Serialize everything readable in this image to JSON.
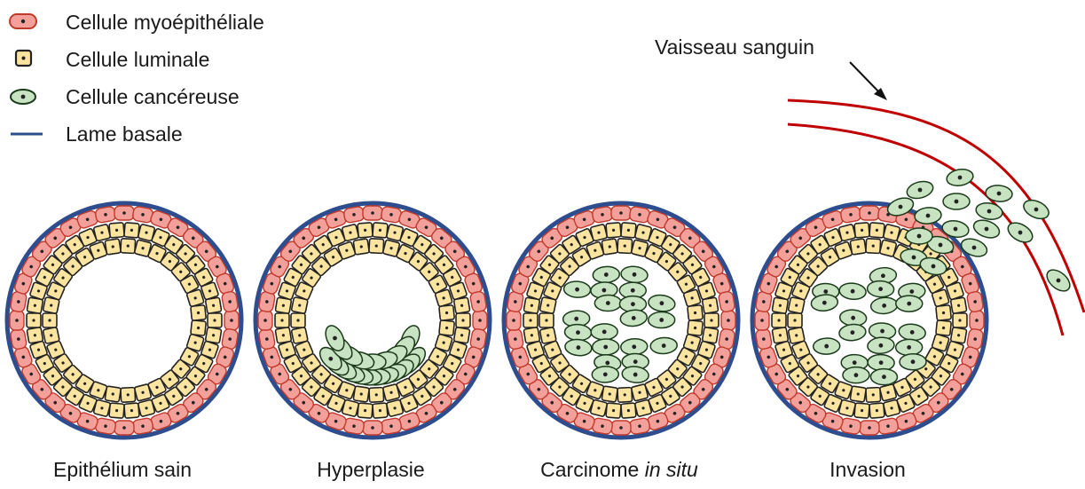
{
  "colors": {
    "myo_fill": "#f4a09a",
    "myo_stroke": "#c0392b",
    "luminal_fill": "#fbe3a0",
    "luminal_stroke": "#222222",
    "cancer_fill": "#c8e3c2",
    "cancer_stroke": "#1a3a1a",
    "basal_lamina": "#2e4d8f",
    "vessel": "#c00000",
    "arrow": "#111111"
  },
  "legend": {
    "items": [
      {
        "label": "Cellule myoépithéliale",
        "icon": "myoepithelial-cell-icon"
      },
      {
        "label": "Cellule luminale",
        "icon": "luminal-cell-icon"
      },
      {
        "label": "Cellule cancéreuse",
        "icon": "cancer-cell-icon"
      },
      {
        "label": "Lame basale",
        "icon": "basal-lamina-icon"
      }
    ]
  },
  "vessel": {
    "label": "Vaisseau sanguin"
  },
  "stages": [
    {
      "label": "Epithélium sain",
      "label_prefix": "Epithélium sain",
      "label_italic": "",
      "fill": "none"
    },
    {
      "label": "Hyperplasie",
      "label_prefix": "Hyperplasie",
      "label_italic": "",
      "fill": "partial"
    },
    {
      "label": "Carcinome in situ",
      "label_prefix": "Carcinome ",
      "label_italic": "in situ",
      "fill": "full"
    },
    {
      "label": "Invasion",
      "label_prefix": "Invasion",
      "label_italic": "",
      "fill": "invasion"
    }
  ]
}
